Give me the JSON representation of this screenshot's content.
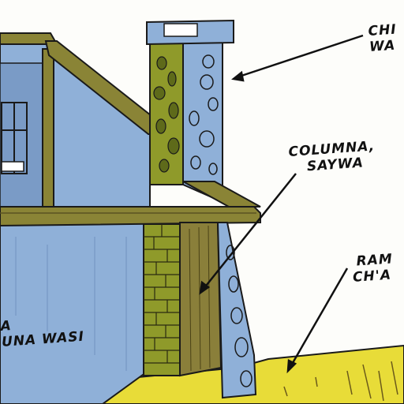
{
  "labels": {
    "chimney": {
      "line1": "CHI",
      "line2": "WA"
    },
    "column": {
      "line1": "COLUMNA,",
      "line2": "SAYWA"
    },
    "ramp": {
      "line1": "RAM",
      "line2": "CH'A"
    },
    "house": {
      "line1": "A",
      "line2": "UNA WASI"
    }
  },
  "colors": {
    "wall_blue": "#8fb0d8",
    "wall_blue_dark": "#6f93c2",
    "wood_olive": "#8a8436",
    "wood_dark": "#5b5322",
    "stone_green": "#8f9a2a",
    "ground_yellow": "#e8dc38",
    "outline": "#1a1a1a"
  }
}
